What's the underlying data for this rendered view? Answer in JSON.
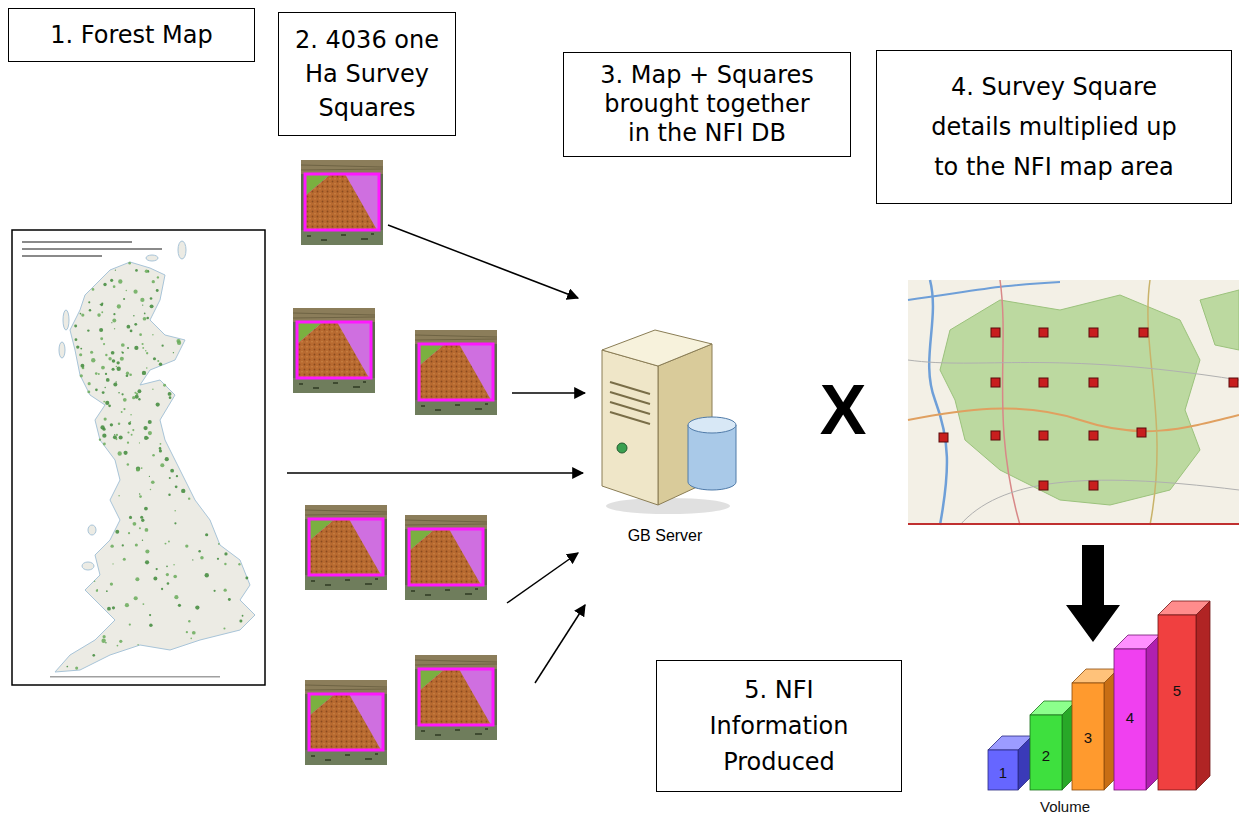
{
  "diagram": {
    "nodes": [
      {
        "text": [
          "1. Forest Map"
        ]
      },
      {
        "text": [
          "2. 4036 one Ha Survey Squares"
        ]
      },
      {
        "text": [
          "3. Map + Squares brought together in the NFI DB"
        ]
      },
      {
        "text": [
          "4. Survey Square details multiplied up to the NFI map area"
        ]
      },
      {
        "text": [
          "GB Server"
        ]
      },
      {
        "text": [
          "5. NFI Information Produced"
        ]
      }
    ],
    "labels": [
      "X",
      "1",
      "2",
      "3",
      "4",
      "5",
      "Volume"
    ]
  }
}
